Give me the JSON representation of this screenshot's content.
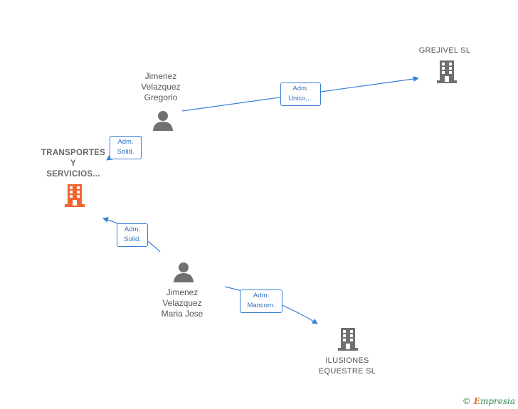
{
  "nodes": {
    "transportes": {
      "label": "TRANSPORTES\nY\nSERVICIOS...",
      "color": "#f26430"
    },
    "gregorio": {
      "label": "Jimenez\nVelazquez\nGregorio",
      "color": "#707070"
    },
    "maria": {
      "label": "Jimenez\nVelazquez\nMaria Jose",
      "color": "#707070"
    },
    "grejivel": {
      "label": "GREJIVEL  SL",
      "color": "#707070"
    },
    "ilusiones": {
      "label": "ILUSIONES\nEQUESTRE  SL",
      "color": "#707070"
    }
  },
  "edges": {
    "gregorio_grejivel": {
      "line1": "Adm.",
      "line2": "Unico,..."
    },
    "gregorio_transportes": {
      "line1": "Adm.",
      "line2": "Solid."
    },
    "maria_transportes": {
      "line1": "Adm.",
      "line2": "Solid."
    },
    "maria_ilusiones": {
      "line1": "Adm.",
      "line2": "Mancom."
    }
  },
  "colors": {
    "edge": "#3a7fd5",
    "accent": "#f26430",
    "building": "#707070",
    "person": "#707070"
  },
  "branding": {
    "copyright": "©",
    "initial": "E",
    "name": "mpresia"
  }
}
